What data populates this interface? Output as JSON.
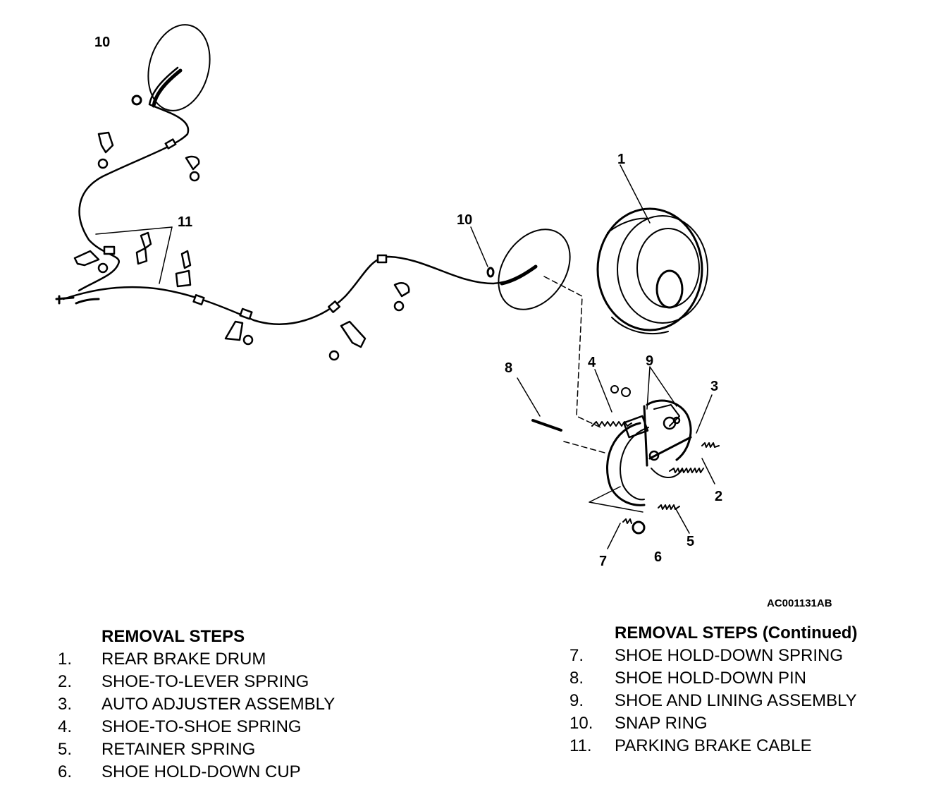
{
  "figure": {
    "code": "AC001131AB",
    "callouts": {
      "c1": "1",
      "c2": "2",
      "c3": "3",
      "c4": "4",
      "c5": "5",
      "c6": "6",
      "c7": "7",
      "c8": "8",
      "c9": "9",
      "c10_top": "10",
      "c10_mid": "10",
      "c11": "11"
    }
  },
  "removal_steps": {
    "title": "REMOVAL STEPS",
    "items": [
      {
        "num": "1.",
        "label": "REAR BRAKE DRUM"
      },
      {
        "num": "2.",
        "label": "SHOE-TO-LEVER SPRING"
      },
      {
        "num": "3.",
        "label": "AUTO ADJUSTER ASSEMBLY"
      },
      {
        "num": "4.",
        "label": "SHOE-TO-SHOE SPRING"
      },
      {
        "num": "5.",
        "label": "RETAINER SPRING"
      },
      {
        "num": "6.",
        "label": "SHOE HOLD-DOWN CUP"
      }
    ]
  },
  "removal_steps_continued": {
    "title": "REMOVAL STEPS (Continued)",
    "items": [
      {
        "num": "7.",
        "label": "SHOE HOLD-DOWN SPRING"
      },
      {
        "num": "8.",
        "label": "SHOE HOLD-DOWN PIN"
      },
      {
        "num": "9.",
        "label": "SHOE AND LINING ASSEMBLY"
      },
      {
        "num": "10.",
        "label": "SNAP RING"
      },
      {
        "num": "11.",
        "label": "PARKING BRAKE CABLE"
      }
    ]
  }
}
